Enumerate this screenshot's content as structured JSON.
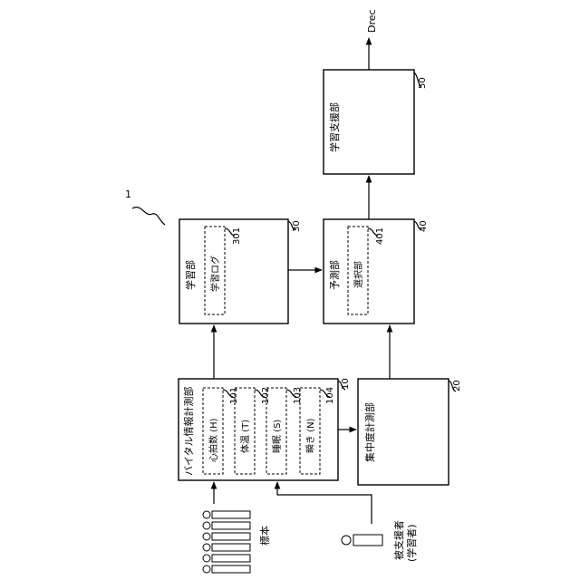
{
  "system_ref": "1",
  "output_signal": "Drec",
  "blocks": {
    "vital": {
      "label": "バイタル情報計測部",
      "ref": "10"
    },
    "concentration": {
      "label": "集中度計測部",
      "ref": "20"
    },
    "learning": {
      "label": "学習部",
      "ref": "30"
    },
    "prediction": {
      "label": "予測部",
      "ref": "40"
    },
    "support": {
      "label": "学習支援部",
      "ref": "50"
    }
  },
  "sub_blocks": {
    "heart_rate": {
      "label": "心拍数 (H)",
      "ref": "101"
    },
    "body_temp": {
      "label": "体温 (T)",
      "ref": "102"
    },
    "sleep": {
      "label": "睡眠 (S)",
      "ref": "103"
    },
    "blink": {
      "label": "瞬き (N)",
      "ref": "104"
    },
    "learning_log": {
      "label": "学習ログ",
      "ref": "301"
    },
    "selection": {
      "label": "選択部",
      "ref": "401"
    }
  },
  "people": {
    "samples": {
      "label": "標本"
    },
    "learner": {
      "label": "被支援者",
      "label2": "(学習者)"
    }
  }
}
